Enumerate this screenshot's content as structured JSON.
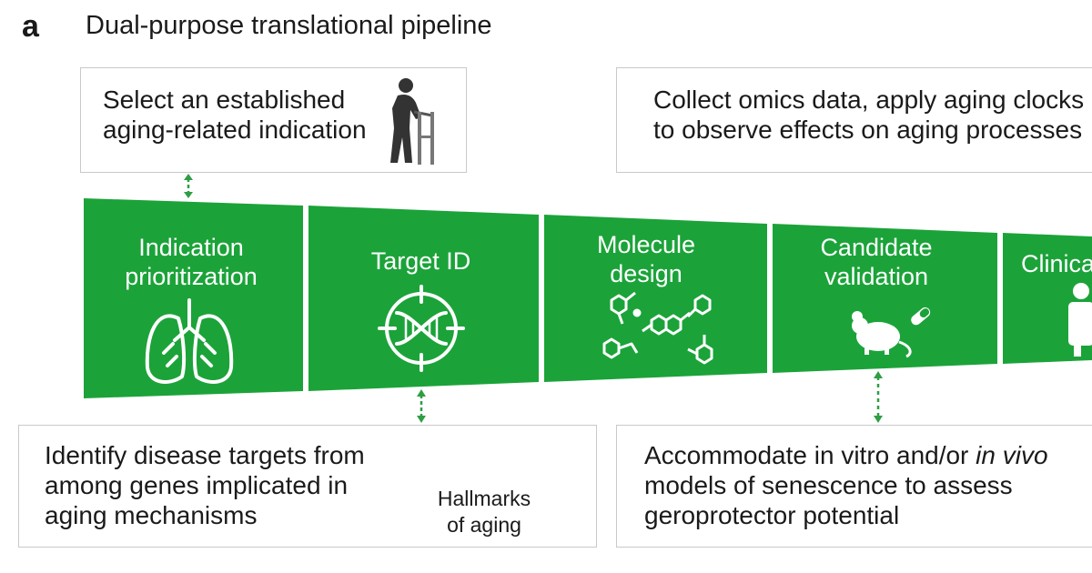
{
  "figure": {
    "panel_letter": "a",
    "title": "Dual-purpose translational pipeline"
  },
  "boxes": {
    "top_left": "Select an established\naging-related indication",
    "top_right": "Collect omics data, apply aging clocks\nto observe effects on aging processes",
    "bottom_left": "Identify disease targets from\namong genes implicated in\naging mechanisms",
    "bottom_right_pre": "Accommodate in vitro and/or ",
    "bottom_right_italic": "in vivo",
    "bottom_right_post": "\nmodels of senescence to assess\ngeroprotector potential"
  },
  "stages": [
    {
      "label": "Indication\nprioritization",
      "icon": "lungs-icon"
    },
    {
      "label": "Target ID",
      "icon": "dna-target-icon"
    },
    {
      "label": "Molecule\ndesign",
      "icon": "molecules-icon"
    },
    {
      "label": "Candidate\nvalidation",
      "icon": "mouse-pill-icon"
    },
    {
      "label": "Clinical",
      "icon": "person-icon"
    }
  ],
  "hallmarks": {
    "label_line1": "Hallmarks",
    "label_line2": "of aging"
  },
  "colors": {
    "stage_green": "#1ba339",
    "arrow_green": "#2f9e44",
    "light_green": "#8cc63f",
    "box_border": "#c9c9c9"
  }
}
